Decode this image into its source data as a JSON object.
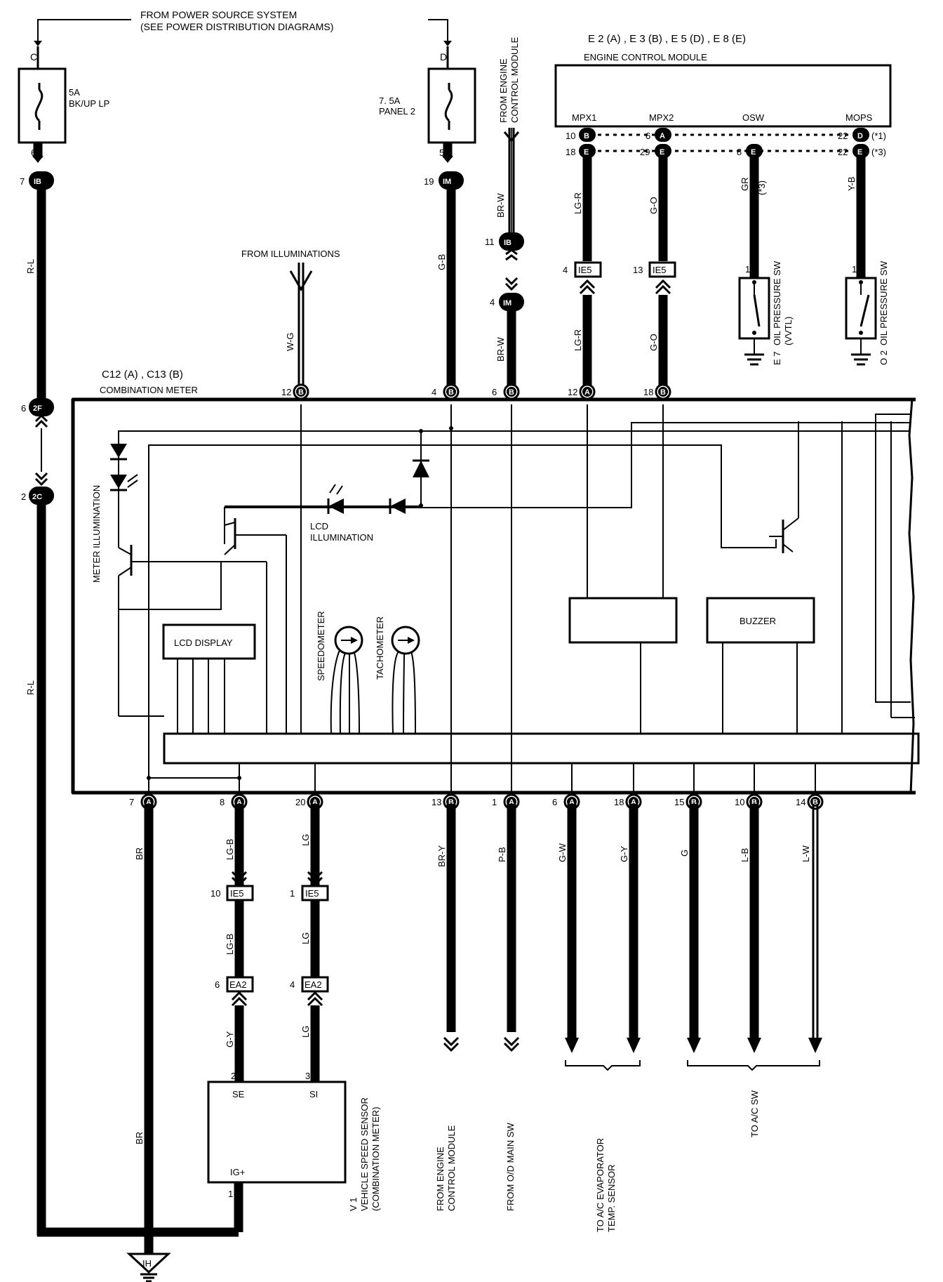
{
  "power_source": {
    "line1": "FROM POWER SOURCE SYSTEM",
    "line2": "(SEE POWER DISTRIBUTION DIAGRAMS)"
  },
  "fuses": [
    {
      "id": "C",
      "rating": "5A",
      "name": "BK/UP LP",
      "out_pin": "6",
      "conn_pin": "7",
      "conn": "IB"
    },
    {
      "id": "D",
      "rating": "7. 5A",
      "name": "PANEL 2",
      "out_pin": "5",
      "conn_pin": "19",
      "conn": "IM"
    }
  ],
  "ecm": {
    "header": "E 2 (A) , E 3 (B) , E 5 (D) , E 8 (E)",
    "title": "ENGINE CONTROL MODULE",
    "pins": [
      "MPX1",
      "MPX2",
      "OSW",
      "MOPS"
    ],
    "row1": {
      "pins": [
        "10",
        "6",
        "22"
      ],
      "conns": [
        "B",
        "A",
        "D"
      ],
      "note": "(*1)"
    },
    "row2": {
      "pins": [
        "18",
        "29",
        "8",
        "22"
      ],
      "conns": [
        "E",
        "E",
        "E",
        "E"
      ],
      "note": "(*3)"
    }
  },
  "from_ecm_top": {
    "line1": "FROM ENGINE",
    "line2": "CONTROL MODULE"
  },
  "from_illuminations": "FROM ILLUMINATIONS",
  "wires": {
    "r_l": "R-L",
    "g_b": "G-B",
    "br_w": "BR-W",
    "w_g": "W-G",
    "lg_r": "LG-R",
    "g_o": "G-O",
    "gr": "GR",
    "gr_note": "(*3)",
    "y_b": "Y-B",
    "br": "BR",
    "lg_b": "LG-B",
    "lg": "LG",
    "g_y": "G-Y",
    "br_y": "BR-Y",
    "p_b": "P-B",
    "g_w": "G-W",
    "g_y2": "G-Y",
    "g": "G",
    "l_b": "L-B",
    "l_w": "L-W"
  },
  "connectors": {
    "ib_pin": "11",
    "ib": "IB",
    "im_pin": "4",
    "im": "IM",
    "ie5_a_pin": "4",
    "ie5": "IE5",
    "ie5_b_pin": "13",
    "f2_pin": "6",
    "f2": "2F",
    "c2_pin": "2",
    "c2": "2C",
    "ie5_c_pin": "10",
    "ie5_d_pin": "1",
    "ea2_a_pin": "6",
    "ea2": "EA2",
    "ea2_b_pin": "4"
  },
  "switches": [
    {
      "id": "E 7",
      "name": "OIL PRESSURE SW",
      "note": "(VVTL)",
      "pin": "1"
    },
    {
      "id": "O 2",
      "name": "OIL PRESSURE SW",
      "note": "",
      "pin": "1"
    }
  ],
  "meter": {
    "header": "C12 (A) , C13 (B)",
    "title": "COMBINATION METER",
    "top_pins": [
      {
        "n": "12",
        "c": "B"
      },
      {
        "n": "4",
        "c": "B"
      },
      {
        "n": "6",
        "c": "B"
      },
      {
        "n": "12",
        "c": "A"
      },
      {
        "n": "18",
        "c": "B"
      }
    ],
    "bottom_pins": [
      {
        "n": "7",
        "c": "A"
      },
      {
        "n": "8",
        "c": "A"
      },
      {
        "n": "20",
        "c": "A"
      },
      {
        "n": "13",
        "c": "B"
      },
      {
        "n": "1",
        "c": "A"
      },
      {
        "n": "6",
        "c": "A"
      },
      {
        "n": "18",
        "c": "A"
      },
      {
        "n": "15",
        "c": "B"
      },
      {
        "n": "10",
        "c": "B"
      },
      {
        "n": "14",
        "c": "B"
      }
    ],
    "meter_illumination": "METER ILLUMINATION",
    "lcd_illumination_1": "LCD",
    "lcd_illumination_2": "ILLUMINATION",
    "lcd_display": "LCD DISPLAY",
    "speedometer": "SPEEDOMETER",
    "tachometer": "TACHOMETER",
    "buzzer": "BUZZER"
  },
  "vss": {
    "id": "V 1",
    "name": "VEHICLE SPEED SENSOR",
    "note": "(COMBINATION METER)",
    "pins": {
      "se": "SE",
      "si": "SI",
      "ig": "IG+",
      "se_n": "2",
      "si_n": "3",
      "ig_n": "1"
    }
  },
  "ground": "IH",
  "bottom_labels": {
    "from_ecm_1": "FROM ENGINE",
    "from_ecm_2": "CONTROL MODULE",
    "from_od": "FROM O/D MAIN SW",
    "to_evap_1": "TO A/C EVAPORATOR",
    "to_evap_2": "TEMP. SENSOR",
    "to_ac_sw": "TO A/C SW"
  }
}
